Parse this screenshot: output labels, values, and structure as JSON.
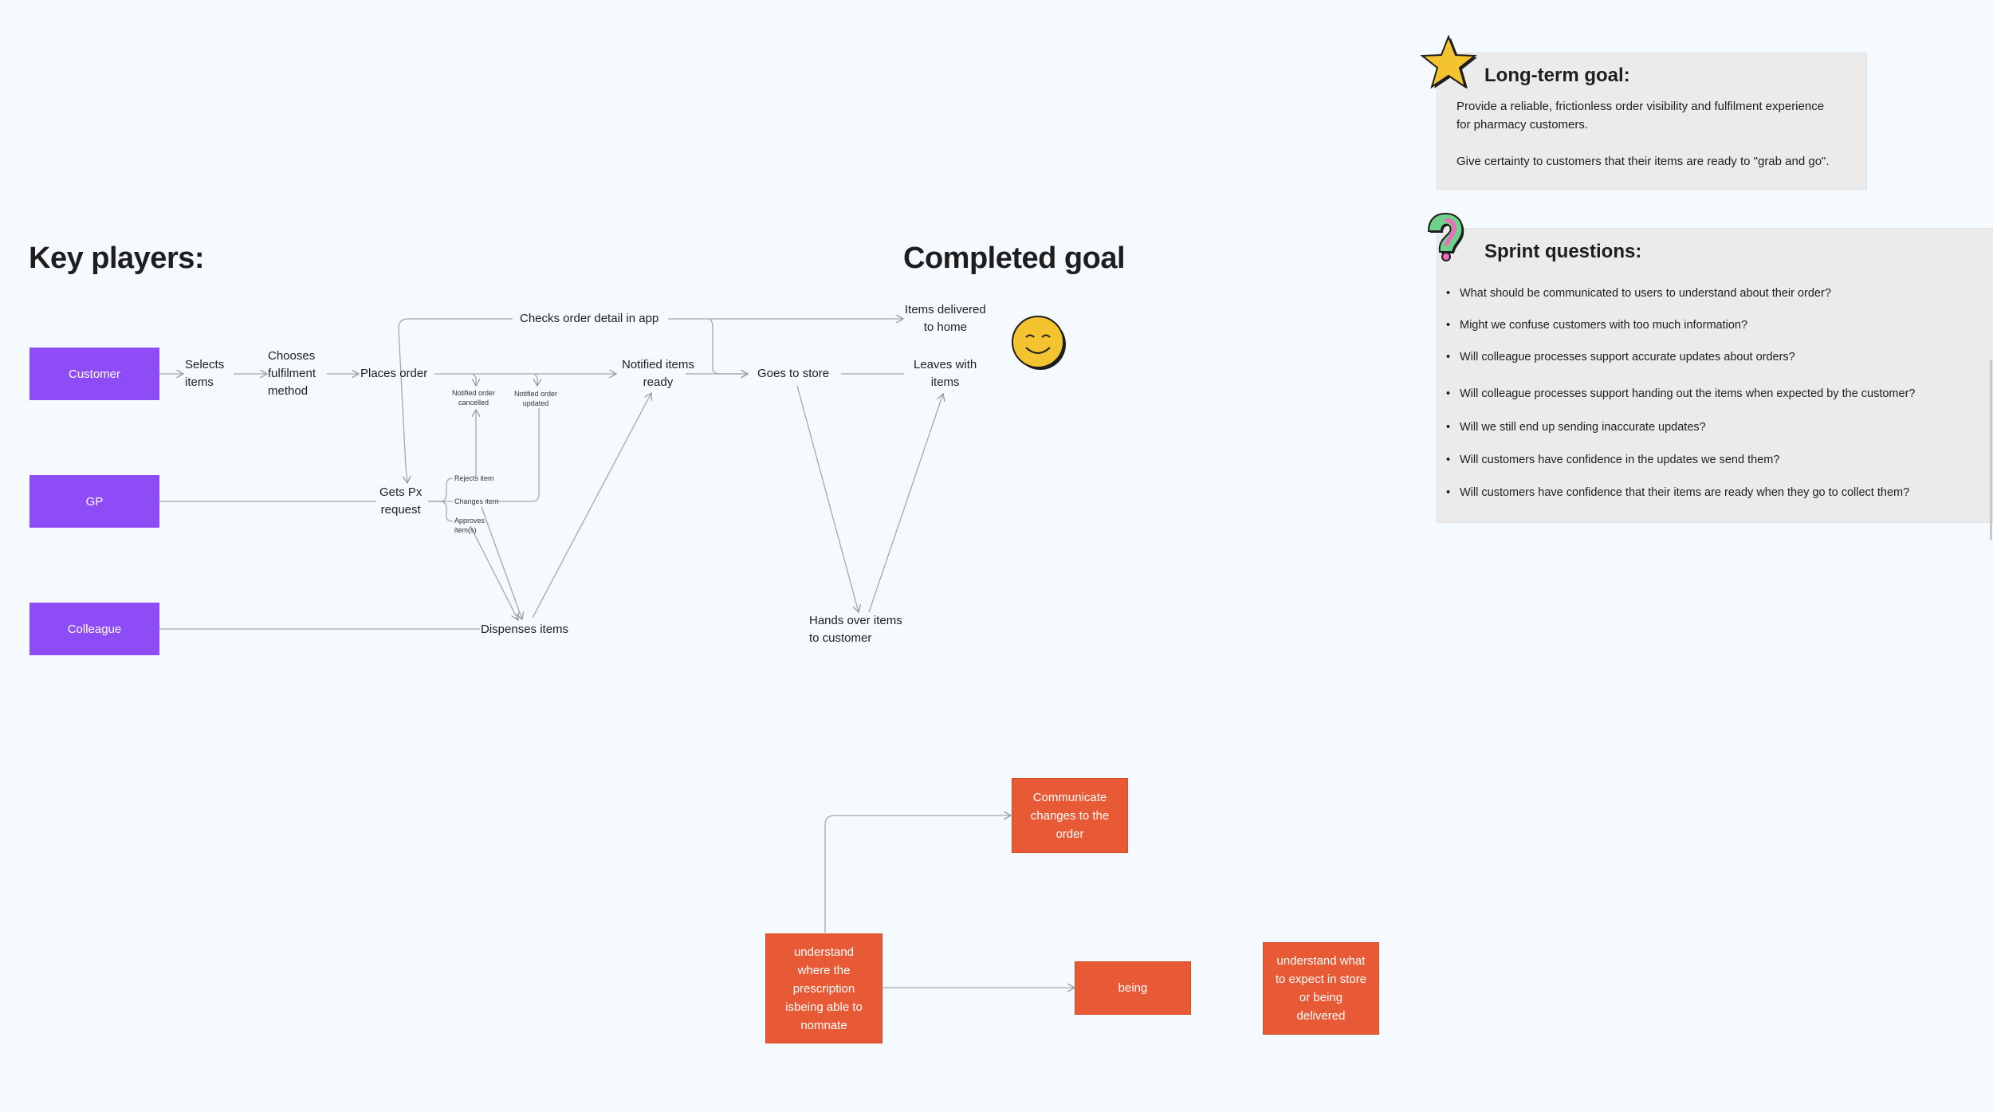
{
  "headings": {
    "key_players": "Key players:",
    "completed_goal": "Completed goal"
  },
  "players": [
    "Customer",
    "GP",
    "Colleague"
  ],
  "flow": {
    "selects_items": [
      "Selects",
      "items"
    ],
    "chooses_fulfilment": [
      "Chooses",
      "fulfilment",
      "method"
    ],
    "places_order": "Places order",
    "checks_order": "Checks order detail in app",
    "notified_ready": [
      "Notified items",
      "ready"
    ],
    "goes_to_store": "Goes to store",
    "items_delivered": [
      "Items delivered",
      "to home"
    ],
    "leaves_with": [
      "Leaves with",
      "items"
    ],
    "hands_over": [
      "Hands over items",
      "to customer"
    ],
    "gets_px": [
      "Gets Px",
      "request"
    ],
    "dispenses": "Dispenses items",
    "notified_cancelled": [
      "Notified order",
      "cancelled"
    ],
    "notified_updated": [
      "Notified order",
      "updated"
    ],
    "rejects": "Rejects item",
    "changes": "Changes item",
    "approves": [
      "Approves",
      "item(s)"
    ]
  },
  "long_term_goal": {
    "title": "Long-term goal:",
    "lines": [
      "Provide a reliable, frictionless order visibility and fulfilment experience",
      "for pharmacy customers.",
      "Give certainty to customers that their items are ready to \"grab and go\"."
    ],
    "icon": "star-icon"
  },
  "sprint_questions": {
    "title": "Sprint questions:",
    "icon": "question-mark-icon",
    "items": [
      "What should be communicated to users to understand about their order?",
      "Might we confuse customers with too much information?",
      "Will colleague processes support accurate updates about orders?",
      "Will colleague processes support handing out the items when expected by the customer?",
      "Will we still end up sending inaccurate updates?",
      "Will customers have confidence in the updates we send them?",
      "Will customers have confidence that their items are ready when they go to collect them?"
    ]
  },
  "stickies": {
    "communicate": [
      "Communicate",
      "changes to the",
      "order"
    ],
    "understand_prescription": [
      "understand",
      "where the",
      "prescription",
      "isbeing able to",
      "nomnate"
    ],
    "being": "being",
    "understand_expect": [
      "understand what",
      "to expect in store",
      "or being",
      "delivered"
    ]
  },
  "colors": {
    "player": "#8d4cf6",
    "sticky": "#e85a35",
    "card": "#ebebeb",
    "background": "#f5fafe"
  }
}
